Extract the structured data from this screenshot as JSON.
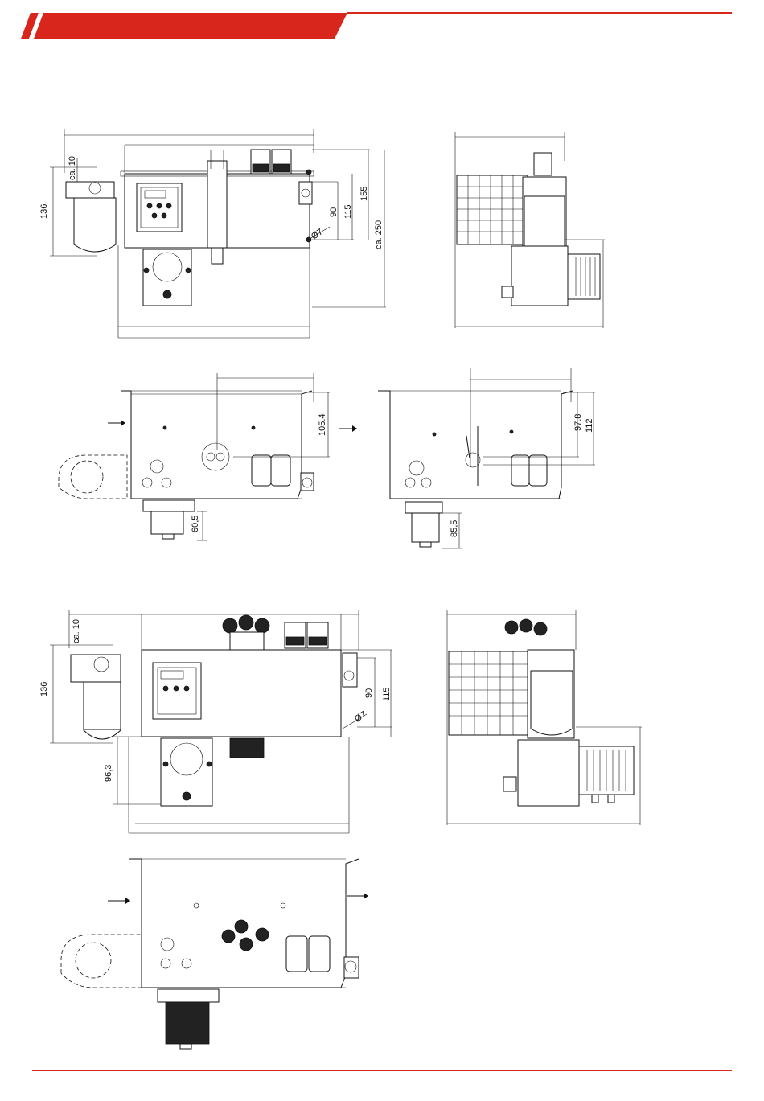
{
  "colors": {
    "accent": "#d9261c",
    "line": "#111111"
  },
  "view1": {
    "dim_ca10": "ca. 10",
    "dim_136": "136",
    "dim_90": "90",
    "dim_115": "115",
    "dim_155": "155",
    "dim_ca250": "ca. 250",
    "dim_d7": "Ø7"
  },
  "view3": {
    "dim_105_4": "105.4"
  },
  "view4": {
    "dim_97_8": "97.8",
    "dim_112": "112",
    "dim_85_5": "85,5"
  },
  "view3b": {
    "dim_60_5": "60,5"
  },
  "view5": {
    "dim_ca10": "ca. 10",
    "dim_136": "136",
    "dim_90": "90",
    "dim_115": "115",
    "dim_d7": "Ø7",
    "dim_96_3": "96,3"
  }
}
